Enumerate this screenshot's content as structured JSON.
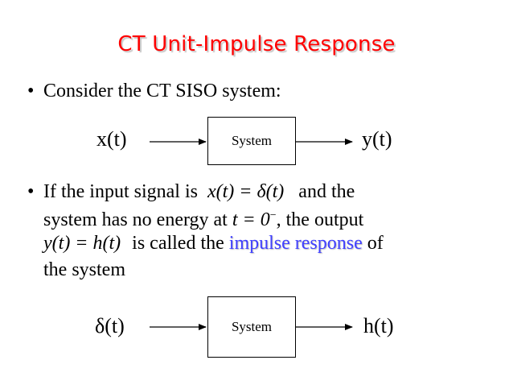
{
  "title": "CT Unit-Impulse Response",
  "bullet1": {
    "text": "Consider the CT SISO system:"
  },
  "diagram1": {
    "input": "x(t)",
    "block": "System",
    "output": "y(t)"
  },
  "bullet2": {
    "line1_prefix": "If the input signal is",
    "line1_math": "x(t) = δ(t)",
    "line1_suffix": "and the",
    "line2_prefix": "system has no energy at",
    "line2_math": "t = 0",
    "line2_sup": "−",
    "line2_suffix": ", the output",
    "line3_math": "y(t) = h(t)",
    "line3_mid": "is called the",
    "line3_highlight": "impulse response",
    "line3_suffix": "of",
    "line4": "the system"
  },
  "diagram2": {
    "input": "δ(t)",
    "block": "System",
    "output": "h(t)"
  },
  "colors": {
    "title": "#ff0000",
    "highlight": "#4040ff"
  }
}
